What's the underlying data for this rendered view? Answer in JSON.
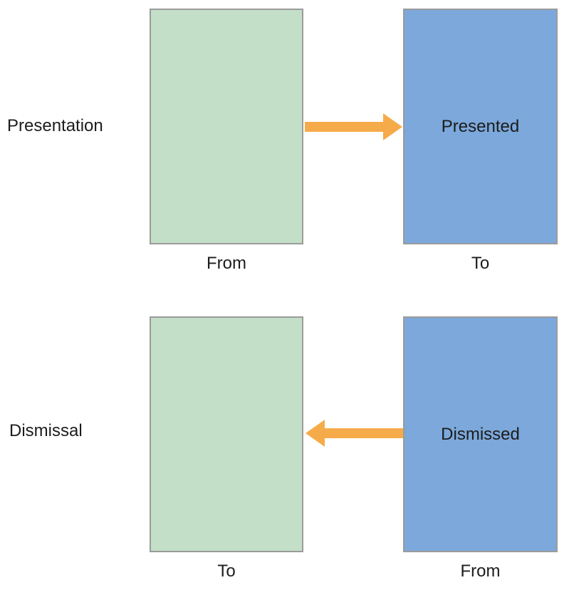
{
  "colors": {
    "green": "#c3dfc7",
    "blue": "#7ca8db",
    "arrow": "#f6ab4a",
    "border": "#9b9b9b",
    "text": "#1c1c1c",
    "background": "#ffffff"
  },
  "rows": [
    {
      "row_label": "Presentation",
      "arrow_direction": "right",
      "left_box": {
        "caption": "From",
        "color": "green"
      },
      "right_box": {
        "label": "Presented",
        "caption": "To",
        "color": "blue"
      }
    },
    {
      "row_label": "Dismissal",
      "arrow_direction": "left",
      "left_box": {
        "caption": "To",
        "color": "green"
      },
      "right_box": {
        "label": "Dismissed",
        "caption": "From",
        "color": "blue"
      }
    }
  ]
}
